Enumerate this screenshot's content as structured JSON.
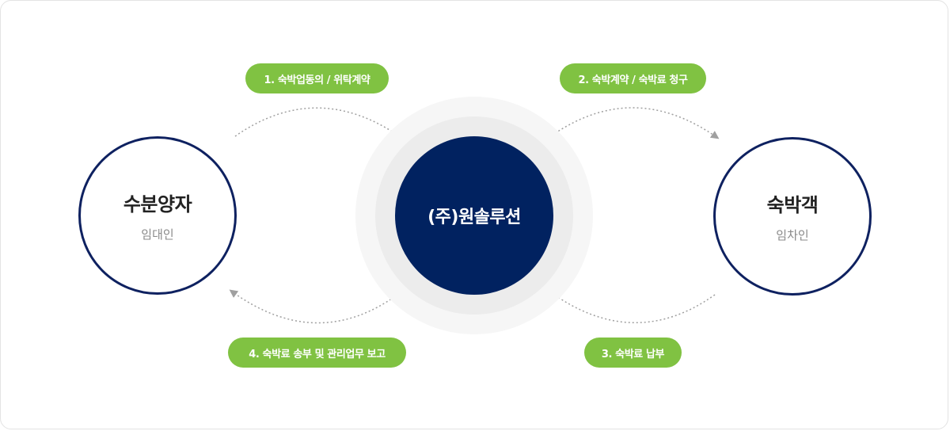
{
  "parties": {
    "left": {
      "title": "수분양자",
      "subtitle": "임대인"
    },
    "center": {
      "title": "(주)원솔루션"
    },
    "right": {
      "title": "숙박객",
      "subtitle": "임차인"
    }
  },
  "steps": [
    {
      "label": "1. 숙박업동의 / 위탁계약"
    },
    {
      "label": "2. 숙박계약 / 숙박료 청구"
    },
    {
      "label": "3. 숙박료 납부"
    },
    {
      "label": "4. 숙박료 송부 및 관리업무 보고"
    }
  ],
  "colors": {
    "navy": "#012260",
    "green": "#80c242",
    "gray_ring": "#ececec",
    "arrow": "#a0a0a0"
  }
}
